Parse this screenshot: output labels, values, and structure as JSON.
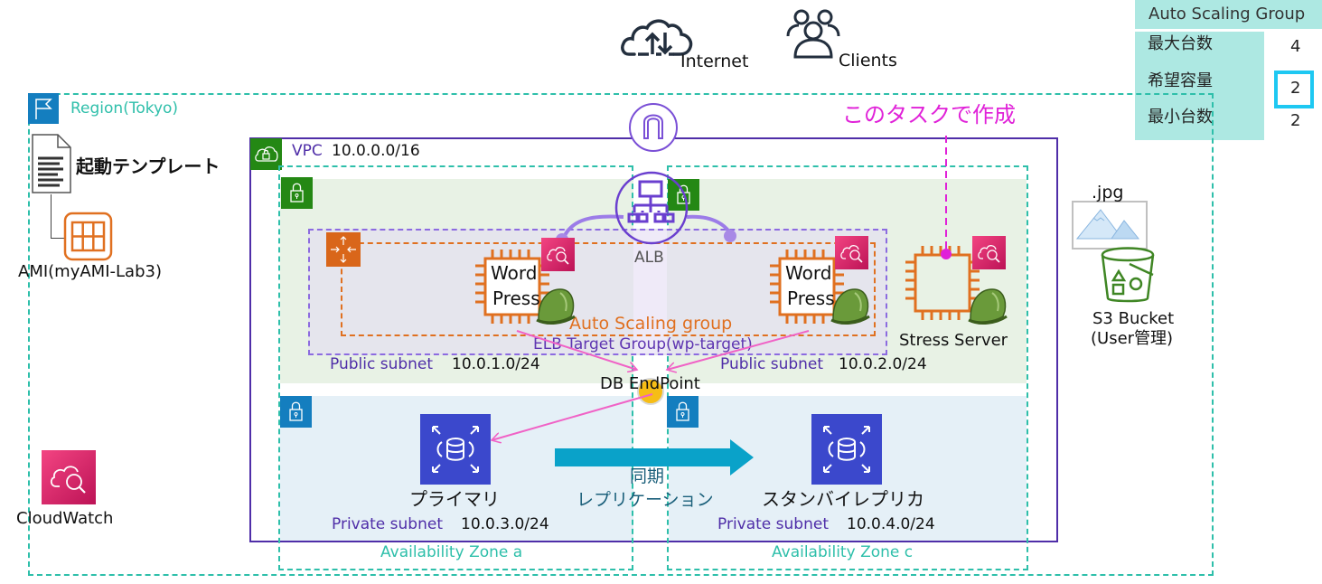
{
  "top": {
    "internet_label": "Internet",
    "clients_label": "Clients"
  },
  "asg_settings": {
    "title": "Auto Scaling Group",
    "rows": [
      {
        "key": "最大台数",
        "value": "4"
      },
      {
        "key": "希望容量",
        "value": "2"
      },
      {
        "key": "最小台数",
        "value": "2"
      }
    ],
    "highlight_color": "#1ec8f2"
  },
  "task_note": "このタスクで作成",
  "region": {
    "label": "Region(Tokyo)",
    "launch_template_label": "起動テンプレート",
    "ami_label": "AMI(myAMI-Lab3)",
    "cloudwatch_label": "CloudWatch",
    "s3": {
      "file_label": ".jpg",
      "bucket_label": "S3 Bucket",
      "bucket_owner": "(User管理)"
    }
  },
  "vpc": {
    "label": "VPC",
    "cidr": "10.0.0.0/16",
    "alb_label": "ALB",
    "target_group_label": "ELB Target Group(wp-target)",
    "asg_label": "Auto Scaling group",
    "db_endpoint_label": "DB EndPoint",
    "replication": {
      "line1": "同期",
      "line2": "レプリケーション"
    },
    "azs": [
      {
        "label": "Availability Zone a",
        "public_subnet": {
          "label": "Public subnet",
          "cidr": "10.0.1.0/24"
        },
        "private_subnet": {
          "label": "Private subnet",
          "cidr": "10.0.3.0/24"
        },
        "instance": {
          "line1": "Word",
          "line2": "Press"
        },
        "db_label": "プライマリ"
      },
      {
        "label": "Availability Zone c",
        "public_subnet": {
          "label": "Public subnet",
          "cidr": "10.0.2.0/24"
        },
        "private_subnet": {
          "label": "Private subnet",
          "cidr": "10.0.4.0/24"
        },
        "instance": {
          "line1": "Word",
          "line2": "Press"
        },
        "db_label": "スタンバイレプリカ"
      }
    ],
    "stress_server_label": "Stress Server"
  },
  "colors": {
    "region": "#2ebfaa",
    "vpc": "#4f2ea8",
    "asg": "#e07020",
    "target_group": "#8c6be0",
    "task_note": "#e021d8",
    "replication_arrow": "#0aa2c9"
  }
}
